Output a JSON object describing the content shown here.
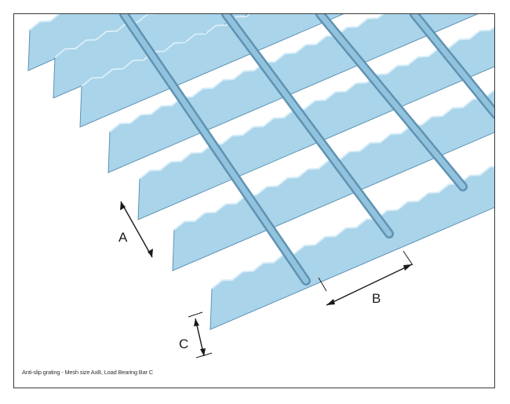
{
  "diagram": {
    "labels": {
      "a": "A",
      "b": "B",
      "c": "C"
    },
    "caption": "Anti-slip grating - Mesh size AxB, Load Bearing Bar C",
    "colors": {
      "bar_face": "#a9d4ea",
      "bar_edge": "#5f93b3",
      "bar_top": "#d7edf8",
      "cross_bar": "#92c3de",
      "dimension_line": "#1a1a1a",
      "frame_border": "#3a3a3a"
    },
    "icons": [
      "double-arrow-icon"
    ]
  }
}
